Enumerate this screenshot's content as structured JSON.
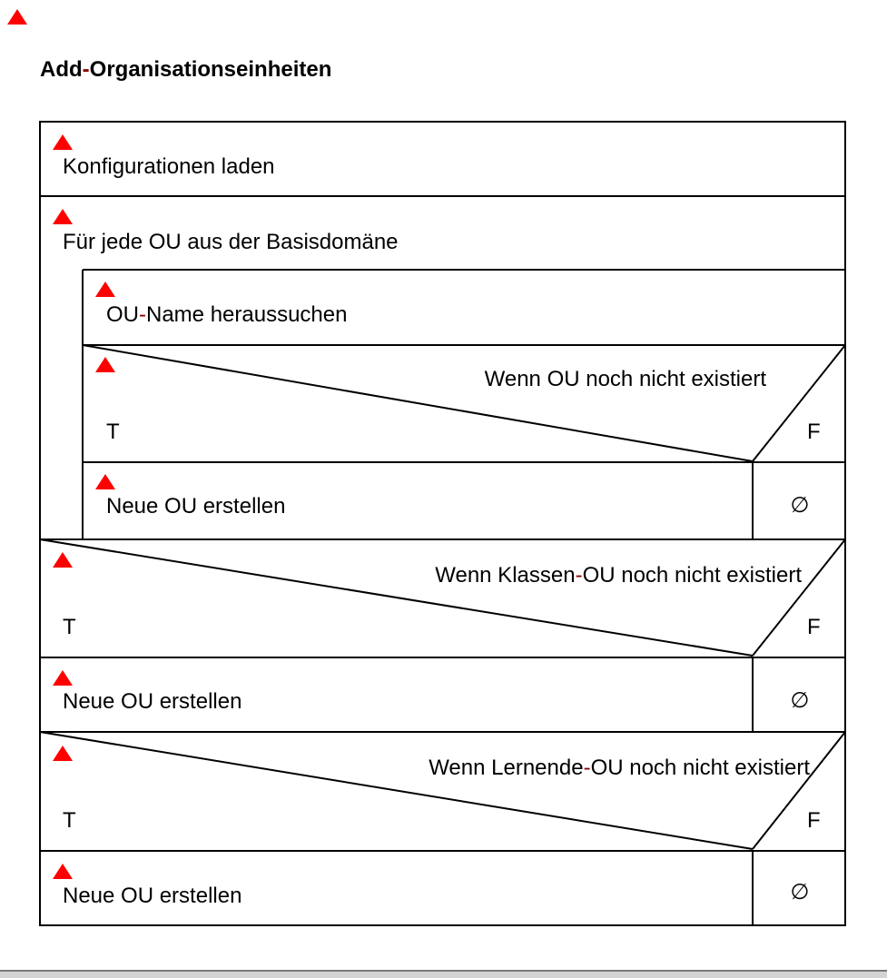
{
  "title": {
    "parts": [
      "Add",
      "-",
      "Organisationseinheiten"
    ]
  },
  "colors": {
    "marker": "#ff0000",
    "hyphen": "#8b0000",
    "line": "#000000",
    "text": "#000000",
    "background": "#ffffff",
    "bottom_bar": "#d4d4d4"
  },
  "icons": {
    "marker": "warning-triangle-icon",
    "empty_set": "empty-set-icon"
  },
  "blocks": {
    "load_config": {
      "label": "Konfigurationen laden"
    },
    "loop": {
      "label": "Für jede OU aus der Basisdomäne",
      "get_name": {
        "parts": [
          "OU",
          "-",
          "Name heraussuchen"
        ]
      },
      "if1": {
        "condition": "Wenn OU noch nicht existiert",
        "true_label": "T",
        "false_label": "F",
        "true_action": "Neue OU erstellen",
        "false_action": "∅"
      }
    },
    "if2": {
      "condition_parts": [
        "Wenn Klassen",
        "-",
        "OU noch nicht existiert"
      ],
      "true_label": "T",
      "false_label": "F",
      "true_action": "Neue OU erstellen",
      "false_action": "∅"
    },
    "if3": {
      "condition_parts": [
        "Wenn Lernende",
        "-",
        "OU noch nicht existiert"
      ],
      "true_label": "T",
      "false_label": "F",
      "true_action": "Neue OU erstellen",
      "false_action": "∅"
    }
  }
}
